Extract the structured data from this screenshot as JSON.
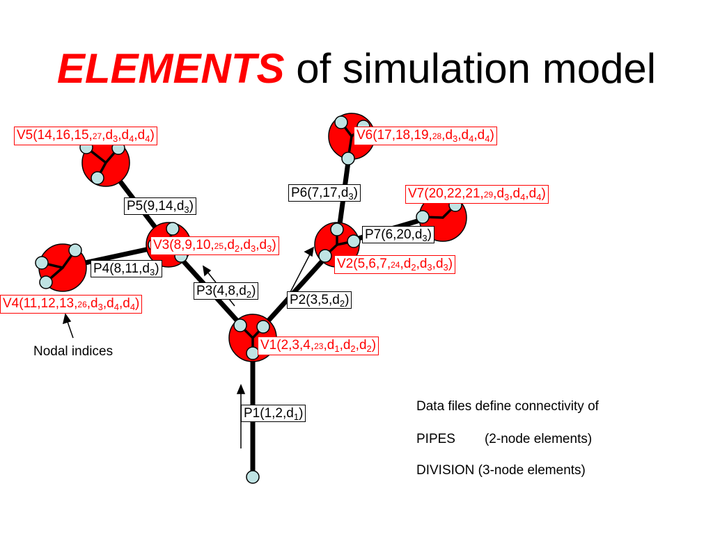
{
  "title": {
    "accent": "ELEMENTS",
    "rest": "of simulation model",
    "accent_color": "#ff0000"
  },
  "colors": {
    "division": "#ff0000",
    "node": "#bfe3e3",
    "pipe": "#000000"
  },
  "divisions": [
    {
      "id": "V1",
      "open": "V1(2,3,4,",
      "idx": "23",
      "a": "d",
      "as": "1",
      "b": "d",
      "bs": "2",
      "c": "d",
      "cs": "2"
    },
    {
      "id": "V2",
      "open": "V2(5,6,7,",
      "idx": "24",
      "a": "d",
      "as": "2",
      "b": "d",
      "bs": "3",
      "c": "d",
      "cs": "3"
    },
    {
      "id": "V3",
      "open": "V3(8,9,10,",
      "idx": "25",
      "a": "d",
      "as": "2",
      "b": "d",
      "bs": "3",
      "c": "d",
      "cs": "3"
    },
    {
      "id": "V4",
      "open": "V4(11,12,13,",
      "idx": "26",
      "a": "d",
      "as": "3",
      "b": "d",
      "bs": "4",
      "c": "d",
      "cs": "4"
    },
    {
      "id": "V5",
      "open": "V5(14,16,15,",
      "idx": "27",
      "a": "d",
      "as": "3",
      "b": "d",
      "bs": "4",
      "c": "d",
      "cs": "4"
    },
    {
      "id": "V6",
      "open": "V6(17,18,19,",
      "idx": "28",
      "a": "d",
      "as": "3",
      "b": "d",
      "bs": "4",
      "c": "d",
      "cs": "4"
    },
    {
      "id": "V7",
      "open": "V7(20,22,21,",
      "idx": "29",
      "a": "d",
      "as": "3",
      "b": "d",
      "bs": "4",
      "c": "d",
      "cs": "4"
    }
  ],
  "pipes": [
    {
      "id": "P1",
      "open": "P1(1,2,",
      "d": "d",
      "ds": "1"
    },
    {
      "id": "P2",
      "open": "P2(3,5,",
      "d": "d",
      "ds": "2"
    },
    {
      "id": "P3",
      "open": "P3(4,8,",
      "d": "d",
      "ds": "2"
    },
    {
      "id": "P4",
      "open": "P4(8,11,",
      "d": "d",
      "ds": "3"
    },
    {
      "id": "P5",
      "open": "P5(9,14,",
      "d": "d",
      "ds": "3"
    },
    {
      "id": "P6",
      "open": "P6(7,17,",
      "d": "d",
      "ds": "3"
    },
    {
      "id": "P7",
      "open": "P7(6,20,",
      "d": "d",
      "ds": "3"
    }
  ],
  "close": ")",
  "annotation": "Nodal indices",
  "notes": {
    "line1": "Data files define connectivity of",
    "line2a": "PIPES",
    "line2b": "(2-node elements)",
    "line3": "DIVISION (3-node elements)"
  }
}
